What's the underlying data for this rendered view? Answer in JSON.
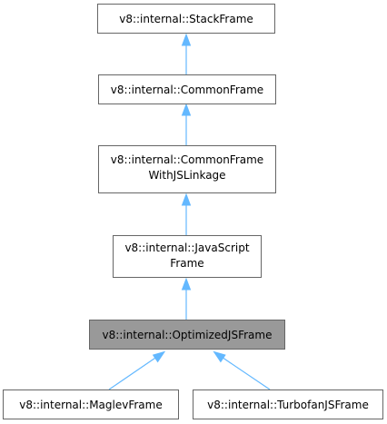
{
  "nodes": [
    {
      "id": "stackframe",
      "lines": [
        "v8::internal::StackFrame"
      ]
    },
    {
      "id": "commonframe",
      "lines": [
        "v8::internal::CommonFrame"
      ]
    },
    {
      "id": "commonframewithjslinkage",
      "lines": [
        "v8::internal::CommonFrame",
        "WithJSLinkage"
      ]
    },
    {
      "id": "javascriptframe",
      "lines": [
        "v8::internal::JavaScript",
        "Frame"
      ]
    },
    {
      "id": "optimizedjsframe",
      "lines": [
        "v8::internal::OptimizedJSFrame"
      ]
    },
    {
      "id": "maglevframe",
      "lines": [
        "v8::internal::MaglevFrame"
      ]
    },
    {
      "id": "turbofanjsframe",
      "lines": [
        "v8::internal::TurbofanJSFrame"
      ]
    }
  ],
  "edges": [
    {
      "from": "commonframe",
      "to": "stackframe"
    },
    {
      "from": "commonframewithjslinkage",
      "to": "commonframe"
    },
    {
      "from": "javascriptframe",
      "to": "commonframewithjslinkage"
    },
    {
      "from": "optimizedjsframe",
      "to": "javascriptframe"
    },
    {
      "from": "maglevframe",
      "to": "optimizedjsframe"
    },
    {
      "from": "turbofanjsframe",
      "to": "optimizedjsframe"
    }
  ],
  "highlighted_node": "optimizedjsframe",
  "colors": {
    "edge": "#63b8ff",
    "box_border": "#666666",
    "highlight_fill": "#999999"
  }
}
